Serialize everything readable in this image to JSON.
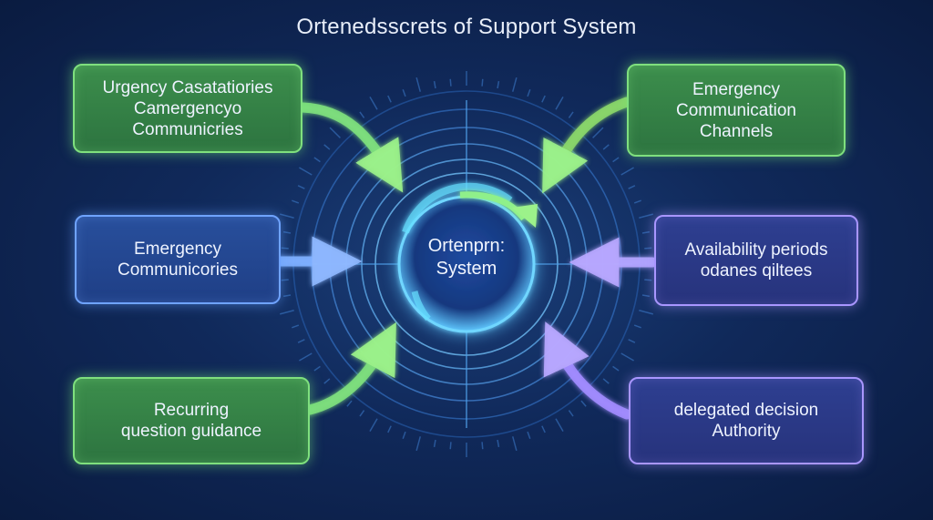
{
  "title": "Ortenedsscrets of Support System",
  "center": {
    "line1": "Ortenprn:",
    "line2": "System"
  },
  "nodes": {
    "top_left": {
      "line1": "Urgency Casatatiories",
      "line2": "Camergencyo",
      "line3": "Communicries"
    },
    "mid_left": {
      "line1": "Emergency",
      "line2": "Communicories"
    },
    "bottom_left": {
      "line1": "Recurring",
      "line2": "question guidance"
    },
    "top_right": {
      "line1": "Emergency",
      "line2": "Communication",
      "line3": "Channels"
    },
    "mid_right": {
      "line1": "Availability periods",
      "line2": "odanes qiltees"
    },
    "bottom_right": {
      "line1": "delegated decision",
      "line2": "Authority"
    }
  },
  "colors": {
    "background": "#10295a",
    "green_accent": "#7fe07e",
    "blue_accent": "#6fa3ff",
    "violet_accent": "#a996ff",
    "cyan_glow": "#5fc8ff"
  }
}
